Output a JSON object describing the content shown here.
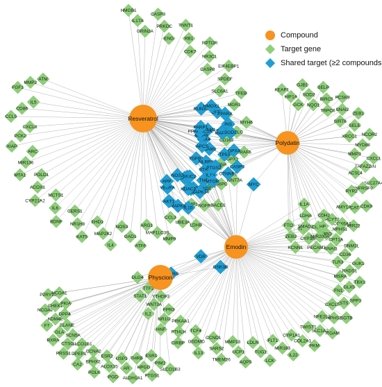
{
  "legend": {
    "compound": "Compound",
    "target_gene": "Target gene",
    "shared_target": "Shared target (≥2 compounds)"
  },
  "colors": {
    "compound": "#f7931e",
    "target_gene": "#8fcf7a",
    "shared_target": "#1f9fd4",
    "edge": "#8c8c8c"
  },
  "compounds": [
    {
      "id": "res",
      "label": "Resveratrol"
    },
    {
      "id": "pol",
      "label": "Polydatin"
    },
    {
      "id": "emo",
      "label": "Emodin"
    },
    {
      "id": "phy",
      "label": "Physcion"
    }
  ],
  "shared_targets": [
    {
      "label": "SIRT1",
      "links": [
        "res",
        "pol"
      ]
    },
    {
      "label": "NOX4",
      "links": [
        "res",
        "pol"
      ]
    },
    {
      "label": "CFTR",
      "links": [
        "res",
        "pol"
      ]
    },
    {
      "label": "GPX4",
      "links": [
        "res",
        "pol"
      ]
    },
    {
      "label": "VCAM1",
      "links": [
        "res",
        "pol"
      ]
    },
    {
      "label": "INS",
      "links": [
        "res",
        "pol"
      ]
    },
    {
      "label": "ICAM1",
      "links": [
        "res",
        "pol"
      ]
    },
    {
      "label": "RUNX2",
      "links": [
        "res",
        "pol"
      ]
    },
    {
      "label": "MAPK3",
      "links": [
        "res",
        "pol"
      ]
    },
    {
      "label": "MMP9",
      "links": [
        "res",
        "pol"
      ]
    },
    {
      "label": "PPARA",
      "links": [
        "res",
        "pol"
      ]
    },
    {
      "label": "TP53",
      "links": [
        "res",
        "pol"
      ]
    },
    {
      "label": "BCL2",
      "links": [
        "res",
        "pol",
        "emo"
      ]
    },
    {
      "label": "CASP3",
      "links": [
        "res",
        "pol",
        "emo"
      ]
    },
    {
      "label": "APCS",
      "links": [
        "res",
        "pol"
      ]
    },
    {
      "label": "HMOX1",
      "links": [
        "res",
        "pol"
      ]
    },
    {
      "label": "CTNNB1",
      "links": [
        "res",
        "pol",
        "emo"
      ]
    },
    {
      "label": "PPARGC1A",
      "links": [
        "res",
        "pol"
      ]
    },
    {
      "label": "STAT3",
      "links": [
        "res",
        "emo"
      ]
    },
    {
      "label": "IL10",
      "links": [
        "res",
        "emo"
      ]
    },
    {
      "label": "CDH1",
      "links": [
        "res",
        "emo"
      ]
    },
    {
      "label": "SOD1",
      "links": [
        "res",
        "pol"
      ]
    },
    {
      "label": "TNF",
      "links": [
        "res",
        "pol",
        "emo"
      ]
    },
    {
      "label": "TGFB1",
      "links": [
        "res",
        "emo"
      ]
    },
    {
      "label": "NFKB1",
      "links": [
        "res",
        "emo"
      ]
    },
    {
      "label": "PARP1",
      "links": [
        "res",
        "pol"
      ]
    },
    {
      "label": "IL1B",
      "links": [
        "res",
        "emo"
      ]
    },
    {
      "label": "MAPK8",
      "links": [
        "res",
        "emo"
      ]
    },
    {
      "label": "CCL2",
      "links": [
        "res",
        "emo"
      ]
    },
    {
      "label": "SMAD3",
      "links": [
        "res",
        "emo"
      ]
    },
    {
      "label": "VEGFA",
      "links": [
        "res",
        "emo"
      ]
    },
    {
      "label": "NLRP3",
      "links": [
        "res",
        "emo"
      ]
    },
    {
      "label": "BAX",
      "links": [
        "res",
        "emo"
      ]
    },
    {
      "label": "NOS2",
      "links": [
        "res",
        "emo"
      ]
    },
    {
      "label": "MTOR",
      "links": [
        "res",
        "emo"
      ]
    },
    {
      "label": "AKT1",
      "links": [
        "res",
        "emo"
      ]
    },
    {
      "label": "MUC2",
      "links": [
        "res",
        "emo"
      ]
    },
    {
      "label": "MAPK14",
      "links": [
        "res",
        "emo"
      ]
    },
    {
      "label": "APP",
      "links": [
        "res",
        "emo"
      ]
    },
    {
      "label": "PTGS2",
      "links": [
        "res",
        "emo"
      ]
    },
    {
      "label": "HDAC3",
      "links": [
        "res",
        "emo"
      ]
    },
    {
      "label": "MYC",
      "links": [
        "pol",
        "emo"
      ]
    },
    {
      "label": "GSK3B",
      "links": [
        "emo",
        "phy"
      ]
    },
    {
      "label": "PPARG",
      "links": [
        "emo",
        "phy"
      ]
    },
    {
      "label": "VDR",
      "links": [
        "emo",
        "phy"
      ]
    }
  ],
  "genes": {
    "res": [
      "HMGB1",
      "IL17A",
      "GRIN2A",
      "CASP3",
      "PRKDC",
      "ENG",
      "TNNT1",
      "RB1",
      "CDK7",
      "RPTOR",
      "NR3C1",
      "CASP8",
      "EIF4EBP1",
      "SPDEF",
      "SLC6A1",
      "TFEB",
      "MGR1",
      "TH",
      "MYH6",
      "GCLC",
      "CD163",
      "TRAF6",
      "GPX1",
      "PCNA",
      "WNT7A",
      "G6PC",
      "CASP9",
      "BACE1",
      "NGFR",
      "MMP1",
      "LDHB",
      "UBE3A",
      "CCL3",
      "MMP9",
      "MAP1LC3B",
      "ARG1",
      "ATF6",
      "GAD1",
      "NOS3",
      "IL4",
      "MAP2K2",
      "EHD1",
      "KAT5",
      "NR1H3",
      "CERS1",
      "BDNF",
      "IL6",
      "MCTS1",
      "CYP21A2",
      "ACOX1",
      "POLD1",
      "MTA1",
      "MIR136",
      "ARC",
      "XIAP",
      "PCK2",
      "CXCL8",
      "CCL5",
      "CD86",
      "IL5",
      "FGF1",
      "MMP2",
      "ATM"
    ],
    "pol": [
      "KEAP1",
      "HIF1A",
      "GCK",
      "GJB1",
      "SOD2",
      "NQO1",
      "SELP",
      "BIRC5",
      "TRPC6",
      "PCSK9",
      "SNAI2",
      "SIRT6",
      "ZEB1",
      "SELE",
      "XRCC1",
      "NCOR2",
      "MYD88",
      "MMP3",
      "CXCL1",
      "TAFAZZIN",
      "ACSL4",
      "SLC27A4",
      "TNFRSF9",
      "RYR2",
      "CDK9",
      "CAT",
      "AMY1A",
      "MIR22",
      "COX6A1",
      "PCYT2",
      "ALB",
      "MPO",
      "CISD2",
      "PECAM1",
      "CYP3A4",
      "TPT1",
      "KCNN1",
      "ZEB2",
      "FTO"
    ],
    "emo": [
      "IL1A",
      "LDHA",
      "SMAD2",
      "CDH2",
      "HP",
      "MIR200A",
      "NPHS1",
      "CPT1A",
      "SNAI1",
      "DNM1L",
      "CD36",
      "TLR3",
      "GUK1",
      "RADS1",
      "MSRA",
      "TBX1",
      "DLX5",
      "FN1",
      "SPP1",
      "STS",
      "CXCL5",
      "SGTB",
      "NPHS2",
      "NFE2L2",
      "ITGAM",
      "SLC1A2",
      "TWIST1",
      "PKM",
      "COL2A1",
      "CYP1A1",
      "IL22",
      "MIR183",
      "FLT1",
      "LCK",
      "TUG1",
      "LDLR",
      "AQP5",
      "UCP1",
      "MMP13",
      "TMEM26",
      "SARS2",
      "CCND1",
      "IL13",
      "GSDMD",
      "TCF4",
      "CIRBP",
      "PTHLH",
      "PRKAA1",
      "HNF",
      "NR1I2",
      "FPR3",
      "IL2",
      "WNT3A",
      "YTHDF3",
      "STAT1",
      "TTF2",
      "CALCA",
      "DLG4"
    ],
    "phy": [
      "SLCO1B3",
      "PIM1",
      "ESR1",
      "PTGS1",
      "HPGD",
      "THRB",
      "ALDH1A1",
      "AR",
      "USP1",
      "PGD",
      "ALOX15",
      "ESR2",
      "POLK",
      "EPHX2",
      "CCNA2",
      "CA2",
      "DPEP1",
      "SLCO1B1",
      "PRSS1",
      "CTSG",
      "SCN5A",
      "RXRA",
      "GLA",
      "ELANE",
      "F7",
      "KDM4E",
      "DPP4",
      "NCOA2",
      "CHEK1",
      "PKIA",
      "P2RY12",
      "NCOA1"
    ]
  }
}
